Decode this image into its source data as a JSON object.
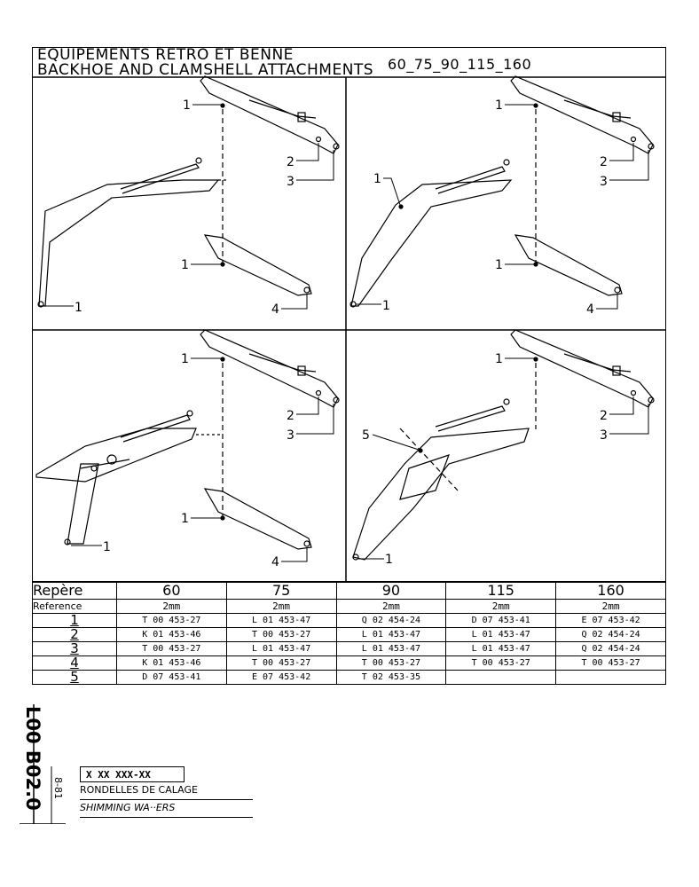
{
  "header": {
    "title_fr": "EQUIPEMENTS RETRO ET BENNE",
    "title_en": "BACKHOE AND CLAMSHELL ATTACHMENTS",
    "models": "60_75_90_115_160"
  },
  "callouts": {
    "n1": "1",
    "n2": "2",
    "n3": "3",
    "n4": "4",
    "n5": "5"
  },
  "table": {
    "col_header_1": "Repère",
    "col_header_2": "Reference",
    "models": [
      "60",
      "75",
      "90",
      "115",
      "160"
    ],
    "thickness": [
      "2mm",
      "2mm",
      "2mm",
      "2mm",
      "2mm"
    ],
    "rows": [
      {
        "ref": "1",
        "cells": [
          "T 00 453-27",
          "L 01 453-47",
          "Q 02 454-24",
          "D 07 453-41",
          "E 07 453-42"
        ]
      },
      {
        "ref": "2",
        "cells": [
          "K 01 453-46",
          "T 00 453-27",
          "L 01 453-47",
          "L 01 453-47",
          "Q 02 454-24"
        ]
      },
      {
        "ref": "3",
        "cells": [
          "T 00 453-27",
          "L 01 453-47",
          "L 01 453-47",
          "L 01 453-47",
          "Q 02 454-24"
        ]
      },
      {
        "ref": "4",
        "cells": [
          "K 01 453-46",
          "T 00 453-27",
          "T 00 453-27",
          "T 00 453-27",
          "T 00 453-27"
        ]
      },
      {
        "ref": "5",
        "cells": [
          "D 07 453-41",
          "E 07 453-42",
          "T 02 453-35",
          "",
          ""
        ]
      }
    ]
  },
  "footer": {
    "code_vertical": "L00 B02.0",
    "date_vertical": "8-81",
    "part_number": "X XX XXX-XX",
    "desc_fr": "RONDELLES DE CALAGE",
    "desc_en": "SHIMMING WA··ERS"
  }
}
